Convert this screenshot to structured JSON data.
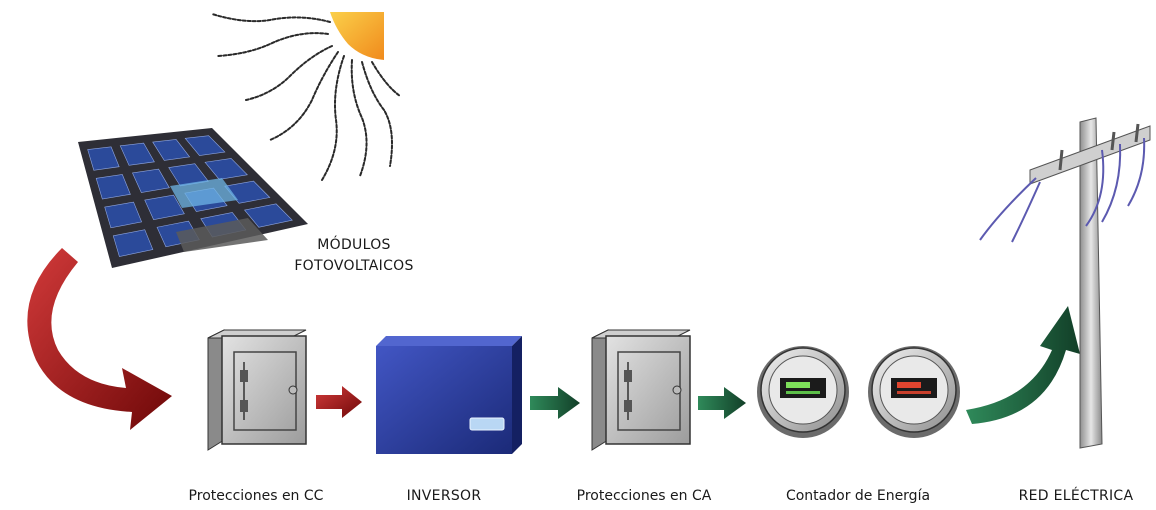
{
  "diagram": {
    "solar_label_line1": "MÓDULOS",
    "solar_label_line2": "FOTOVOLTAICOS",
    "dc_protection_label": "Protecciones en CC",
    "inverter_label": "INVERSOR",
    "ac_protection_label": "Protecciones en CA",
    "meter_label": "Contador de Energía",
    "grid_label": "RED ELÉCTRICA"
  },
  "colors": {
    "dc_arrow": "#9a1414",
    "ac_arrow": "#1f5c3a",
    "panel_cell": "#2b4a9a",
    "inverter": "#2a3f9e",
    "sun": "#f6a623",
    "pole": "#cfcfcf",
    "wire": "#5c5ab0"
  }
}
